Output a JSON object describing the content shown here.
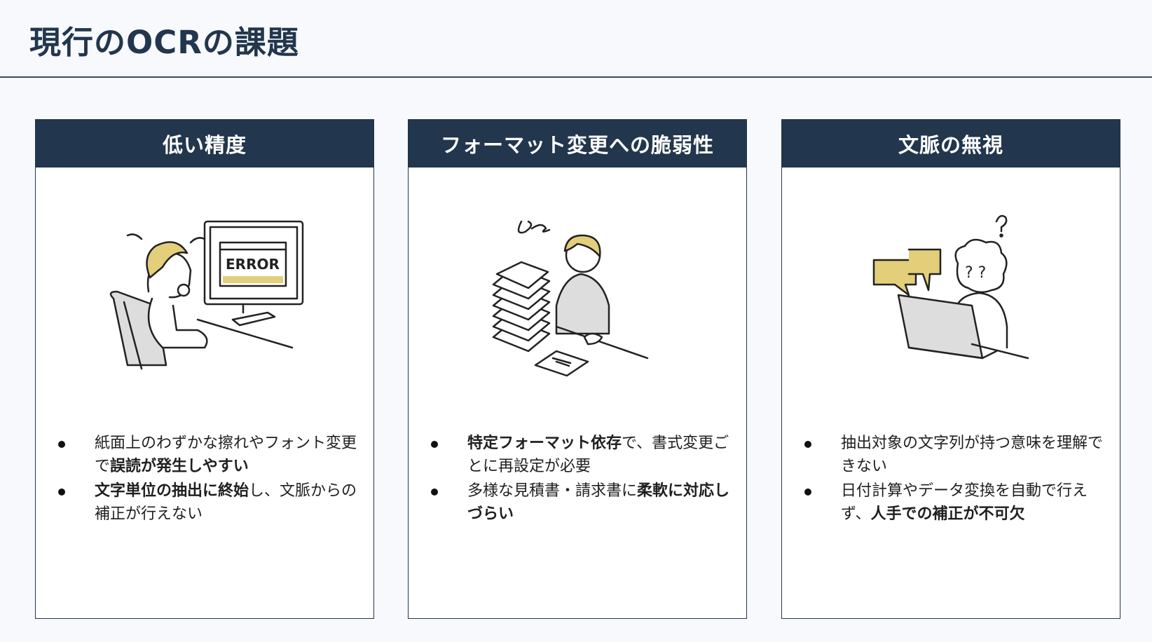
{
  "page": {
    "title": "現行のOCRの課題"
  },
  "colors": {
    "header_bg": "#22364d",
    "accent": "#e3cf7a"
  },
  "cards": [
    {
      "heading": "低い精度",
      "illustration": {
        "icon": "person-error-monitor",
        "screen_text": "ERROR"
      },
      "bullets": [
        [
          {
            "t": "紙面上のわずかな擦れやフォント変更で",
            "b": false
          },
          {
            "t": "誤読が発生しやすい",
            "b": true
          }
        ],
        [
          {
            "t": "文字単位の抽出に終始",
            "b": true
          },
          {
            "t": "し、文脈からの補正が行えない",
            "b": false
          }
        ]
      ]
    },
    {
      "heading": "フォーマット変更への脆弱性",
      "illustration": {
        "icon": "person-paper-stack"
      },
      "bullets": [
        [
          {
            "t": "特定フォーマット依存",
            "b": true
          },
          {
            "t": "で、書式変更ごとに再設定が必要",
            "b": false
          }
        ],
        [
          {
            "t": "多様な見積書・請求書に",
            "b": false
          },
          {
            "t": "柔軟に対応しづらい",
            "b": true
          }
        ]
      ]
    },
    {
      "heading": "文脈の無視",
      "illustration": {
        "icon": "person-confused-laptop"
      },
      "bullets": [
        [
          {
            "t": "抽出対象の文字列が持つ意味を理解できない",
            "b": false
          }
        ],
        [
          {
            "t": "日付計算やデータ変換を自動で行えず、",
            "b": false
          },
          {
            "t": "人手での補正が不可欠",
            "b": true
          }
        ]
      ]
    }
  ]
}
